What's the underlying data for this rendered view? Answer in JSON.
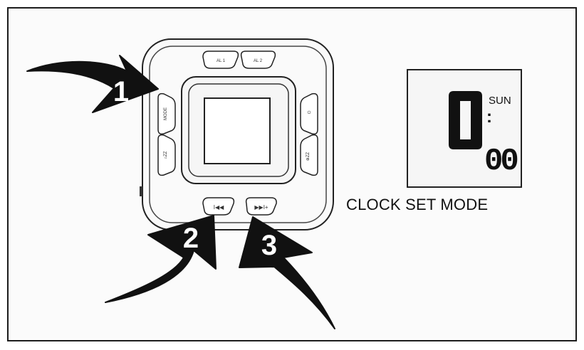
{
  "device": {
    "top_buttons": [
      "AL 1",
      "AL 2"
    ],
    "left_buttons": [
      "MODE",
      "⌂ZZ"
    ],
    "right_buttons": [
      "⏻",
      "⊕ZZ"
    ],
    "bottom_buttons": [
      "I◀◀",
      "▶▶I+"
    ]
  },
  "steps": [
    "1",
    "2",
    "3"
  ],
  "lcd": {
    "big_digit": "0",
    "day": "SUN",
    "colon": ":",
    "minutes": "00"
  },
  "caption": "CLOCK SET MODE",
  "colors": {
    "ink": "#111111",
    "frame": "#1c1c1c",
    "lcd_bg": "#f6f6f6"
  }
}
